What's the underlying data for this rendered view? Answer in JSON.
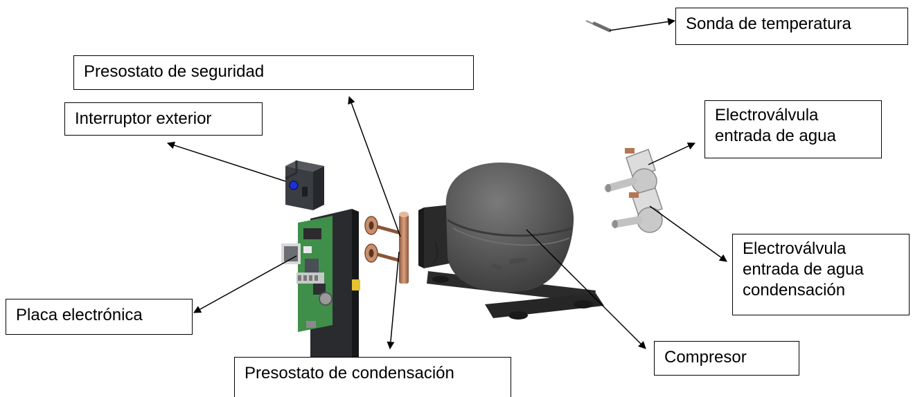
{
  "labels": {
    "sonda": "Sonda de temperatura",
    "presostato_seguridad": "Presostato de seguridad",
    "interruptor": "Interruptor exterior",
    "electrovalvula_1": [
      "Electroválvula",
      "entrada de agua"
    ],
    "electrovalvula_2": [
      "Electroválvula",
      "entrada de agua",
      "condensación"
    ],
    "placa": "Placa electrónica",
    "compresor": "Compresor",
    "presostato_condensacion": "Presostato de condensación"
  },
  "icons": {
    "temperature_probe": "probe-icon",
    "outdoor_switch": "switch-icon",
    "electronic_board": "pcb-icon",
    "pressure_switches": "pressure-switch-icon",
    "compressor": "compressor-icon",
    "solenoid_valves": "solenoid-valve-icon"
  },
  "colors": {
    "compressor_body": "#5c5c5c",
    "pcb_green": "#3f8f4a",
    "copper_tube": "#b97b5a",
    "switch_button": "#1f2fd6",
    "valve_body": "#c9c9c9"
  }
}
